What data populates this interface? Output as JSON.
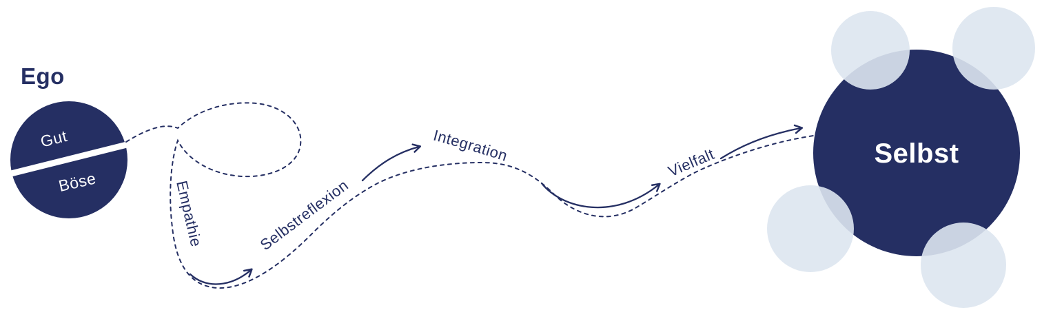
{
  "diagram": {
    "title": "Ego",
    "ego_circle": {
      "top_label": "Gut",
      "bottom_label": "Böse"
    },
    "path_labels": [
      {
        "label": "Empathie"
      },
      {
        "label": "Selbstreflexion"
      },
      {
        "label": "Integration"
      },
      {
        "label": "Vielfalt"
      }
    ],
    "selbst_circle": {
      "label": "Selbst"
    },
    "colors": {
      "navy": "#252f63",
      "light_blue": "#dde6ef",
      "background": "#ffffff"
    }
  }
}
